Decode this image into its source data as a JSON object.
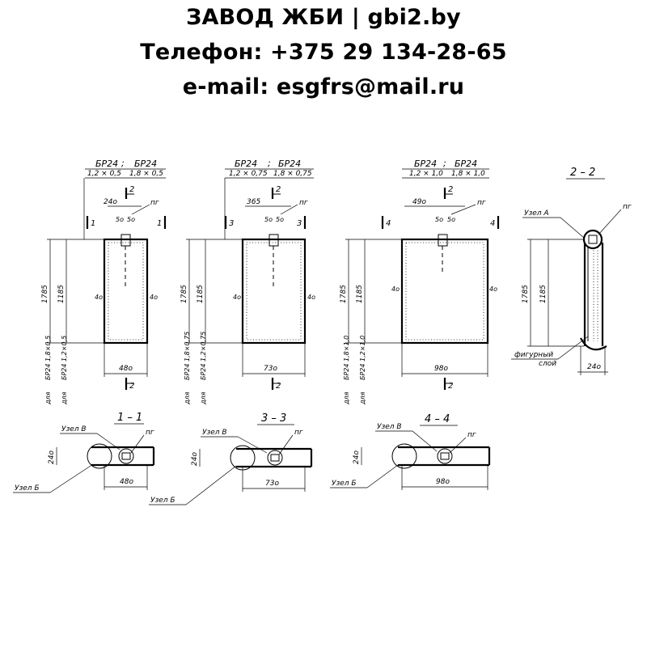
{
  "header": {
    "line1": "ЗАВОД ЖБИ | gbi2.by",
    "line2": "Телефон: +375 29 134-28-65",
    "line3": "e-mail: esgfrs@mail.ru"
  },
  "elevations": [
    {
      "title_left": "БР24",
      "title_left_sub": "1,2 × 0,5",
      "title_right": "БР24",
      "title_right_sub": "1,8 × 0,5",
      "section_mark": "1",
      "cut_mark": "2",
      "dim_top": "24о",
      "dim_50a": "5о",
      "dim_50b": "5о",
      "pg": "пг",
      "side_left": "4о",
      "side_right": "4о",
      "height_outer": "1785",
      "height_inner": "1185",
      "width": "48о",
      "v_label_1": "для",
      "v_label_2": "БР24\n1,8×0,5",
      "v_label_3": "для",
      "v_label_4": "БР24\n1,2×0,5"
    },
    {
      "title_left": "БР24",
      "title_left_sub": "1,2 × 0,75",
      "title_right": "БР24",
      "title_right_sub": "1,8 × 0,75",
      "section_mark": "3",
      "cut_mark": "2",
      "dim_top": "365",
      "dim_50a": "5о",
      "dim_50b": "5о",
      "pg": "пг",
      "side_left": "4о",
      "side_right": "4о",
      "height_outer": "1785",
      "height_inner": "1185",
      "width": "73о",
      "v_label_1": "для",
      "v_label_2": "БР24\n1,8×0,75",
      "v_label_3": "для",
      "v_label_4": "БР24\n1,2×0,75"
    },
    {
      "title_left": "БР24",
      "title_left_sub": "1,2 × 1,0",
      "title_right": "БР24",
      "title_right_sub": "1,8 × 1,0",
      "section_mark": "4",
      "cut_mark": "2",
      "dim_top": "49о",
      "dim_50a": "5о",
      "dim_50b": "5о",
      "pg": "пг",
      "side_left": "4о",
      "side_right": "4о",
      "height_outer": "1785",
      "height_inner": "1185",
      "width": "98о",
      "v_label_1": "для",
      "v_label_2": "БР24\n1,8×1,0",
      "v_label_3": "для",
      "v_label_4": "БР24\n1,2×1,0"
    }
  ],
  "section22": {
    "title": "2 – 2",
    "node_a": "Узел А",
    "pg": "пг",
    "height_outer": "1785",
    "height_inner": "1185",
    "layer_label_1": "фигурный",
    "layer_label_2": "слой",
    "width": "24о"
  },
  "plans": [
    {
      "title": "1 – 1",
      "node_v": "Узел В",
      "node_b": "Узел Б",
      "pg": "пг",
      "thickness": "24о",
      "width": "48о"
    },
    {
      "title": "3 – 3",
      "node_v": "Узел В",
      "node_b": "Узел Б",
      "pg": "пг",
      "thickness": "24о",
      "width": "73о"
    },
    {
      "title": "4 – 4",
      "node_v": "Узел В",
      "node_b": "Узел Б",
      "pg": "пг",
      "thickness": "24о",
      "width": "98о"
    }
  ]
}
